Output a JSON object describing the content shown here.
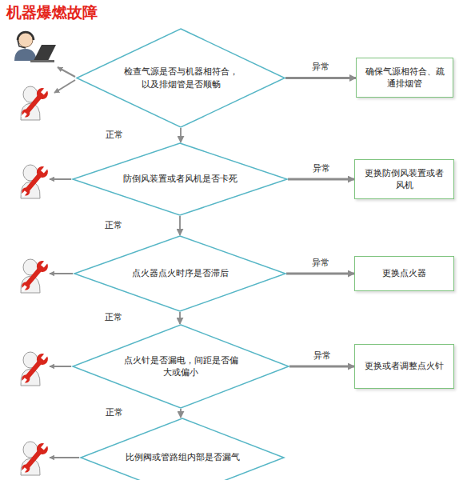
{
  "diagram": {
    "title": "机器爆燃故障",
    "nodes": [
      {
        "text": [
          "检查气源是否与机器相符合，以及排烟管是否顺畅"
        ]
      },
      {
        "text": [
          "确保气源相符合、疏通排烟管"
        ]
      },
      {
        "text": [
          "防倒风装置或者风机是否卡死"
        ]
      },
      {
        "text": [
          "更换防倒风装置或者风机"
        ]
      },
      {
        "text": [
          "点火器点火时序是否滞后"
        ]
      },
      {
        "text": [
          "更换点火器"
        ]
      },
      {
        "text": [
          "点火针是否漏电，间距是否偏大或偏小"
        ]
      },
      {
        "text": [
          "更换或者调整点火针"
        ]
      },
      {
        "text": [
          "比例阀或管路组内部是否漏气"
        ]
      }
    ],
    "edges": [
      {
        "from": 0,
        "to": 1,
        "arrow": "to",
        "label": "异常"
      },
      {
        "from": 0,
        "to": 2,
        "arrow": "to",
        "label": "正常"
      },
      {
        "from": 2,
        "to": 3,
        "arrow": "to",
        "label": "异常"
      },
      {
        "from": 2,
        "to": 4,
        "arrow": "to",
        "label": "正常"
      },
      {
        "from": 4,
        "to": 5,
        "arrow": "to",
        "label": "异常"
      },
      {
        "from": 4,
        "to": 6,
        "arrow": "to",
        "label": "正常"
      },
      {
        "from": 6,
        "to": 7,
        "arrow": "to",
        "label": "异常"
      },
      {
        "from": 6,
        "to": 8,
        "arrow": "to",
        "label": "正常"
      }
    ]
  }
}
